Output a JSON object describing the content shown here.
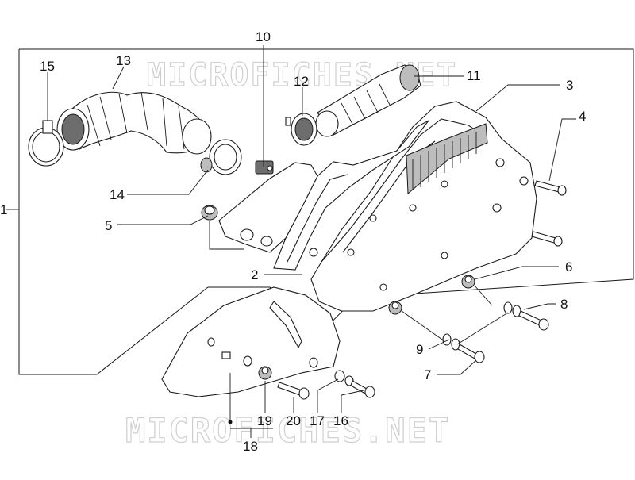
{
  "watermarks": {
    "top": "MICROFICHES.NET",
    "bottom": "MICROFICHES.NET"
  },
  "callouts": {
    "c1": "1",
    "c2": "2",
    "c3": "3",
    "c4": "4",
    "c5": "5",
    "c6": "6",
    "c7": "7",
    "c8": "8",
    "c9": "9",
    "c10": "10",
    "c11": "11",
    "c12": "12",
    "c13": "13",
    "c14": "14",
    "c15": "15",
    "c16": "16",
    "c17": "17",
    "c18": "18",
    "c19": "19",
    "c20": "20"
  },
  "colors": {
    "line": "#1a1a1a",
    "watermark": "#cfcfcf",
    "fill_dark": "#6d6d6d",
    "fill_mid": "#bdbdbd"
  }
}
